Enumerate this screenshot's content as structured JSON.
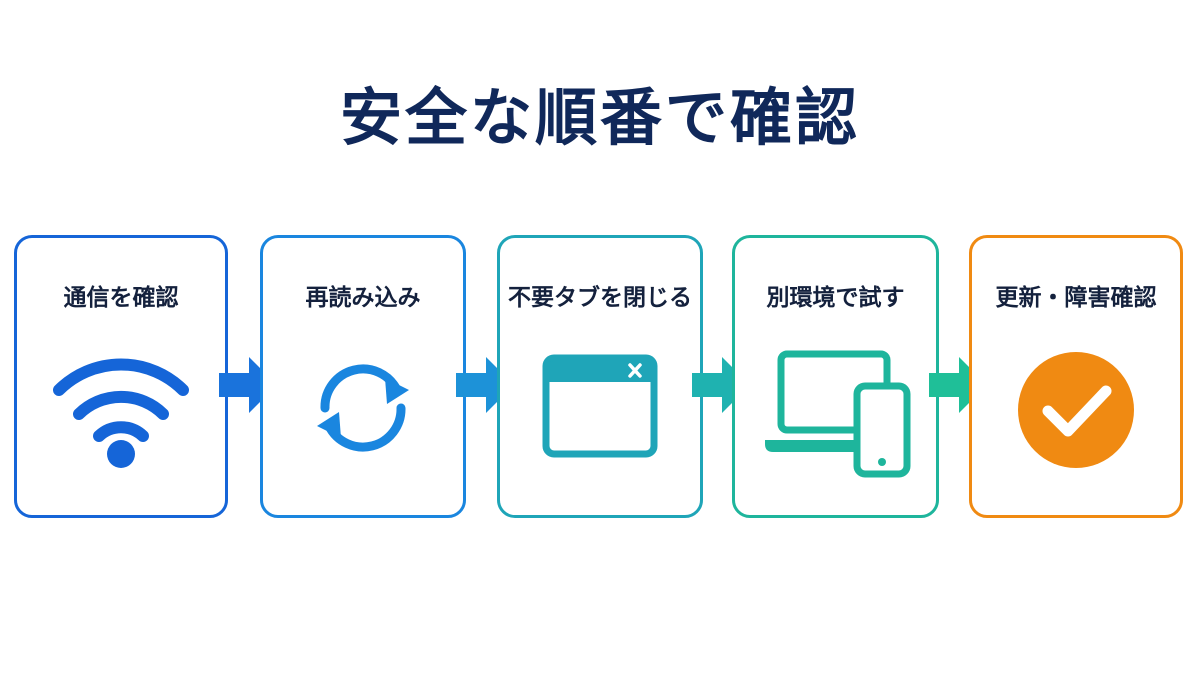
{
  "title": "安全な順番で確認",
  "steps": [
    {
      "label": "通信を確認",
      "icon": "wifi-icon",
      "color": "#1565d8"
    },
    {
      "label": "再読み込み",
      "icon": "refresh-icon",
      "color": "#1a86df"
    },
    {
      "label": "不要タブを閉じる",
      "icon": "browser-window-close-icon",
      "color": "#1fa5b8"
    },
    {
      "label": "別環境で試す",
      "icon": "laptop-phone-icon",
      "color": "#1eb59c"
    },
    {
      "label": "更新・障害確認",
      "icon": "check-circle-icon",
      "color": "#f08a12"
    }
  ],
  "colors": {
    "title": "#10285a",
    "arrow_1": "#1a73dc",
    "arrow_2": "#1d92d8",
    "arrow_3": "#1fb2b0",
    "arrow_4": "#1fbf98"
  }
}
